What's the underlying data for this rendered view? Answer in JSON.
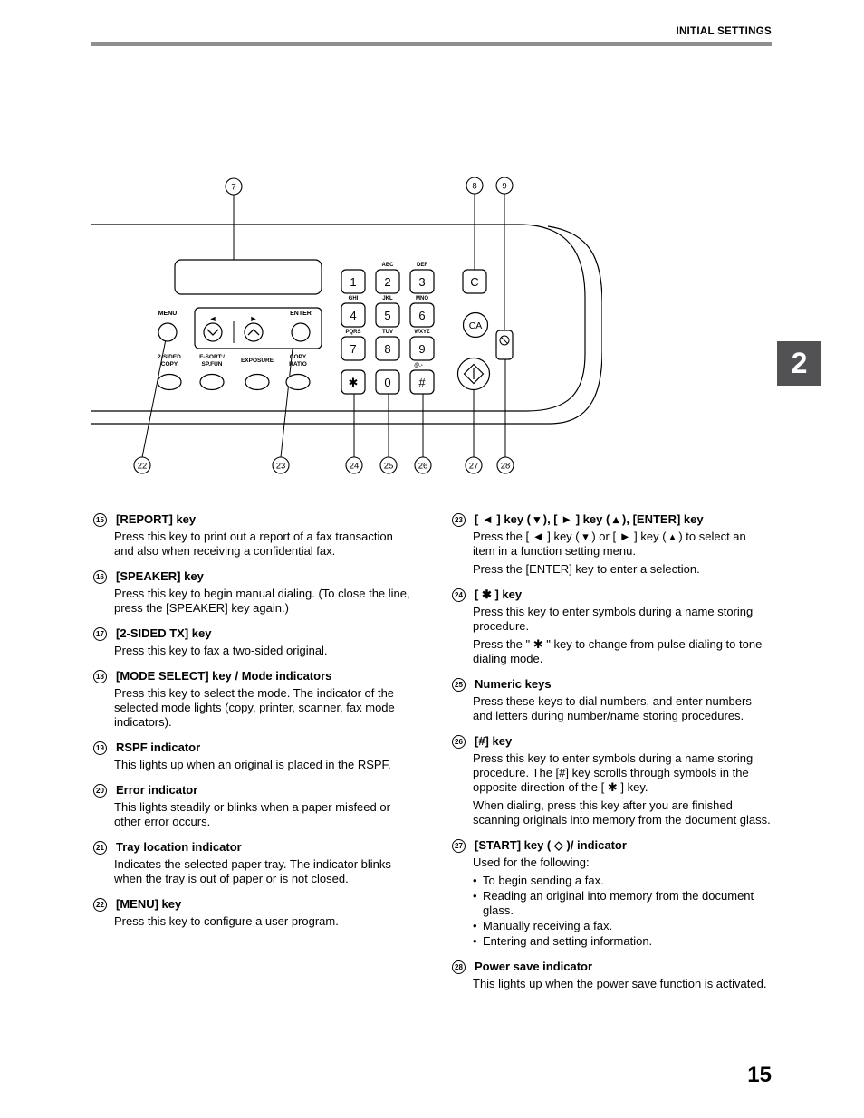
{
  "page": {
    "header_title": "INITIAL SETTINGS",
    "page_number": "15",
    "chapter_tab": "2"
  },
  "diagram": {
    "callouts_top": [
      "7",
      "8",
      "9"
    ],
    "callouts_bottom": [
      "22",
      "23",
      "24",
      "25",
      "26",
      "27",
      "28"
    ],
    "menu_label": "MENU",
    "enter_label": "ENTER",
    "arrow_left": "◄",
    "arrow_right": "►",
    "mode_keys": [
      {
        "line1": "2-SIDED",
        "line2": "COPY"
      },
      {
        "line1": "E-SORT:/",
        "line2": "SP.FUN"
      },
      {
        "line1": "EXPOSURE",
        "line2": ""
      },
      {
        "line1": "COPY",
        "line2": "RATIO"
      }
    ],
    "keypad": {
      "digits": [
        [
          "1",
          "2",
          "3"
        ],
        [
          "4",
          "5",
          "6"
        ],
        [
          "7",
          "8",
          "9"
        ],
        [
          "✱",
          "0",
          "#"
        ]
      ],
      "letters": [
        [
          "ABC",
          "DEF"
        ],
        [
          "GHI",
          "JKL",
          "MNO"
        ],
        [
          "PQRS",
          "TUV",
          "WXYZ"
        ]
      ],
      "symbols_label": "@.-"
    },
    "clear_key_label": "C",
    "clear_all_key_label": "CA"
  },
  "columns": {
    "left": {
      "items": [
        {
          "num": "15",
          "title": "[REPORT] key",
          "body": [
            "Press this key to print out a report of a fax transaction and also when receiving a confidential fax."
          ]
        },
        {
          "num": "16",
          "title": "[SPEAKER] key",
          "body": [
            "Press this key to begin manual dialing. (To close the line, press the [SPEAKER] key again.)"
          ]
        },
        {
          "num": "17",
          "title": "[2-SIDED TX] key",
          "body": [
            "Press this key to fax a two-sided original."
          ]
        },
        {
          "num": "18",
          "title": "[MODE SELECT] key / Mode indicators",
          "body": [
            "Press this key to select the mode. The indicator of the selected mode lights (copy, printer, scanner, fax mode indicators)."
          ]
        },
        {
          "num": "19",
          "title": "RSPF indicator",
          "body": [
            "This lights up when an original is placed in the RSPF."
          ]
        },
        {
          "num": "20",
          "title": "Error indicator",
          "body": [
            "This lights steadily or blinks when a paper misfeed or other error occurs."
          ]
        },
        {
          "num": "21",
          "title": "Tray location indicator",
          "body": [
            "Indicates the selected paper tray. The indicator blinks when the tray is out of paper or is not closed."
          ]
        },
        {
          "num": "22",
          "title": "[MENU] key",
          "body": [
            "Press this key to configure a user program."
          ]
        }
      ]
    },
    "right": {
      "items": [
        {
          "num": "23",
          "title": "[ ◄ ] key ( ▾ ), [ ► ] key ( ▴ ), [ENTER] key",
          "body": [
            "Press the [ ◄ ] key ( ▾ ) or [ ► ] key ( ▴ ) to select an item in a function setting menu.",
            "Press the [ENTER] key to enter a selection."
          ]
        },
        {
          "num": "24",
          "title": "[ ✱ ] key",
          "body": [
            "Press this key to enter symbols during a name storing procedure.",
            "Press the \" ✱ \" key to change from pulse dialing to tone dialing mode."
          ]
        },
        {
          "num": "25",
          "title": "Numeric keys",
          "body": [
            "Press these keys to dial numbers, and enter numbers and letters during number/name storing procedures."
          ]
        },
        {
          "num": "26",
          "title": "[#] key",
          "body": [
            "Press this key to enter symbols during a name storing procedure. The [#] key scrolls through symbols in the opposite direction of the [ ✱ ] key.",
            "When dialing, press this key after you are finished scanning originals into memory from the document glass."
          ]
        },
        {
          "num": "27",
          "title": "[START] key ( ◇ )/ indicator",
          "body": [
            "Used for the following:"
          ],
          "bullets": [
            "To begin sending a fax.",
            "Reading an original into memory from the document glass.",
            "Manually receiving a fax.",
            "Entering and setting information."
          ]
        },
        {
          "num": "28",
          "title": "Power save indicator",
          "body": [
            "This lights up when the power save function is activated."
          ]
        }
      ]
    }
  }
}
